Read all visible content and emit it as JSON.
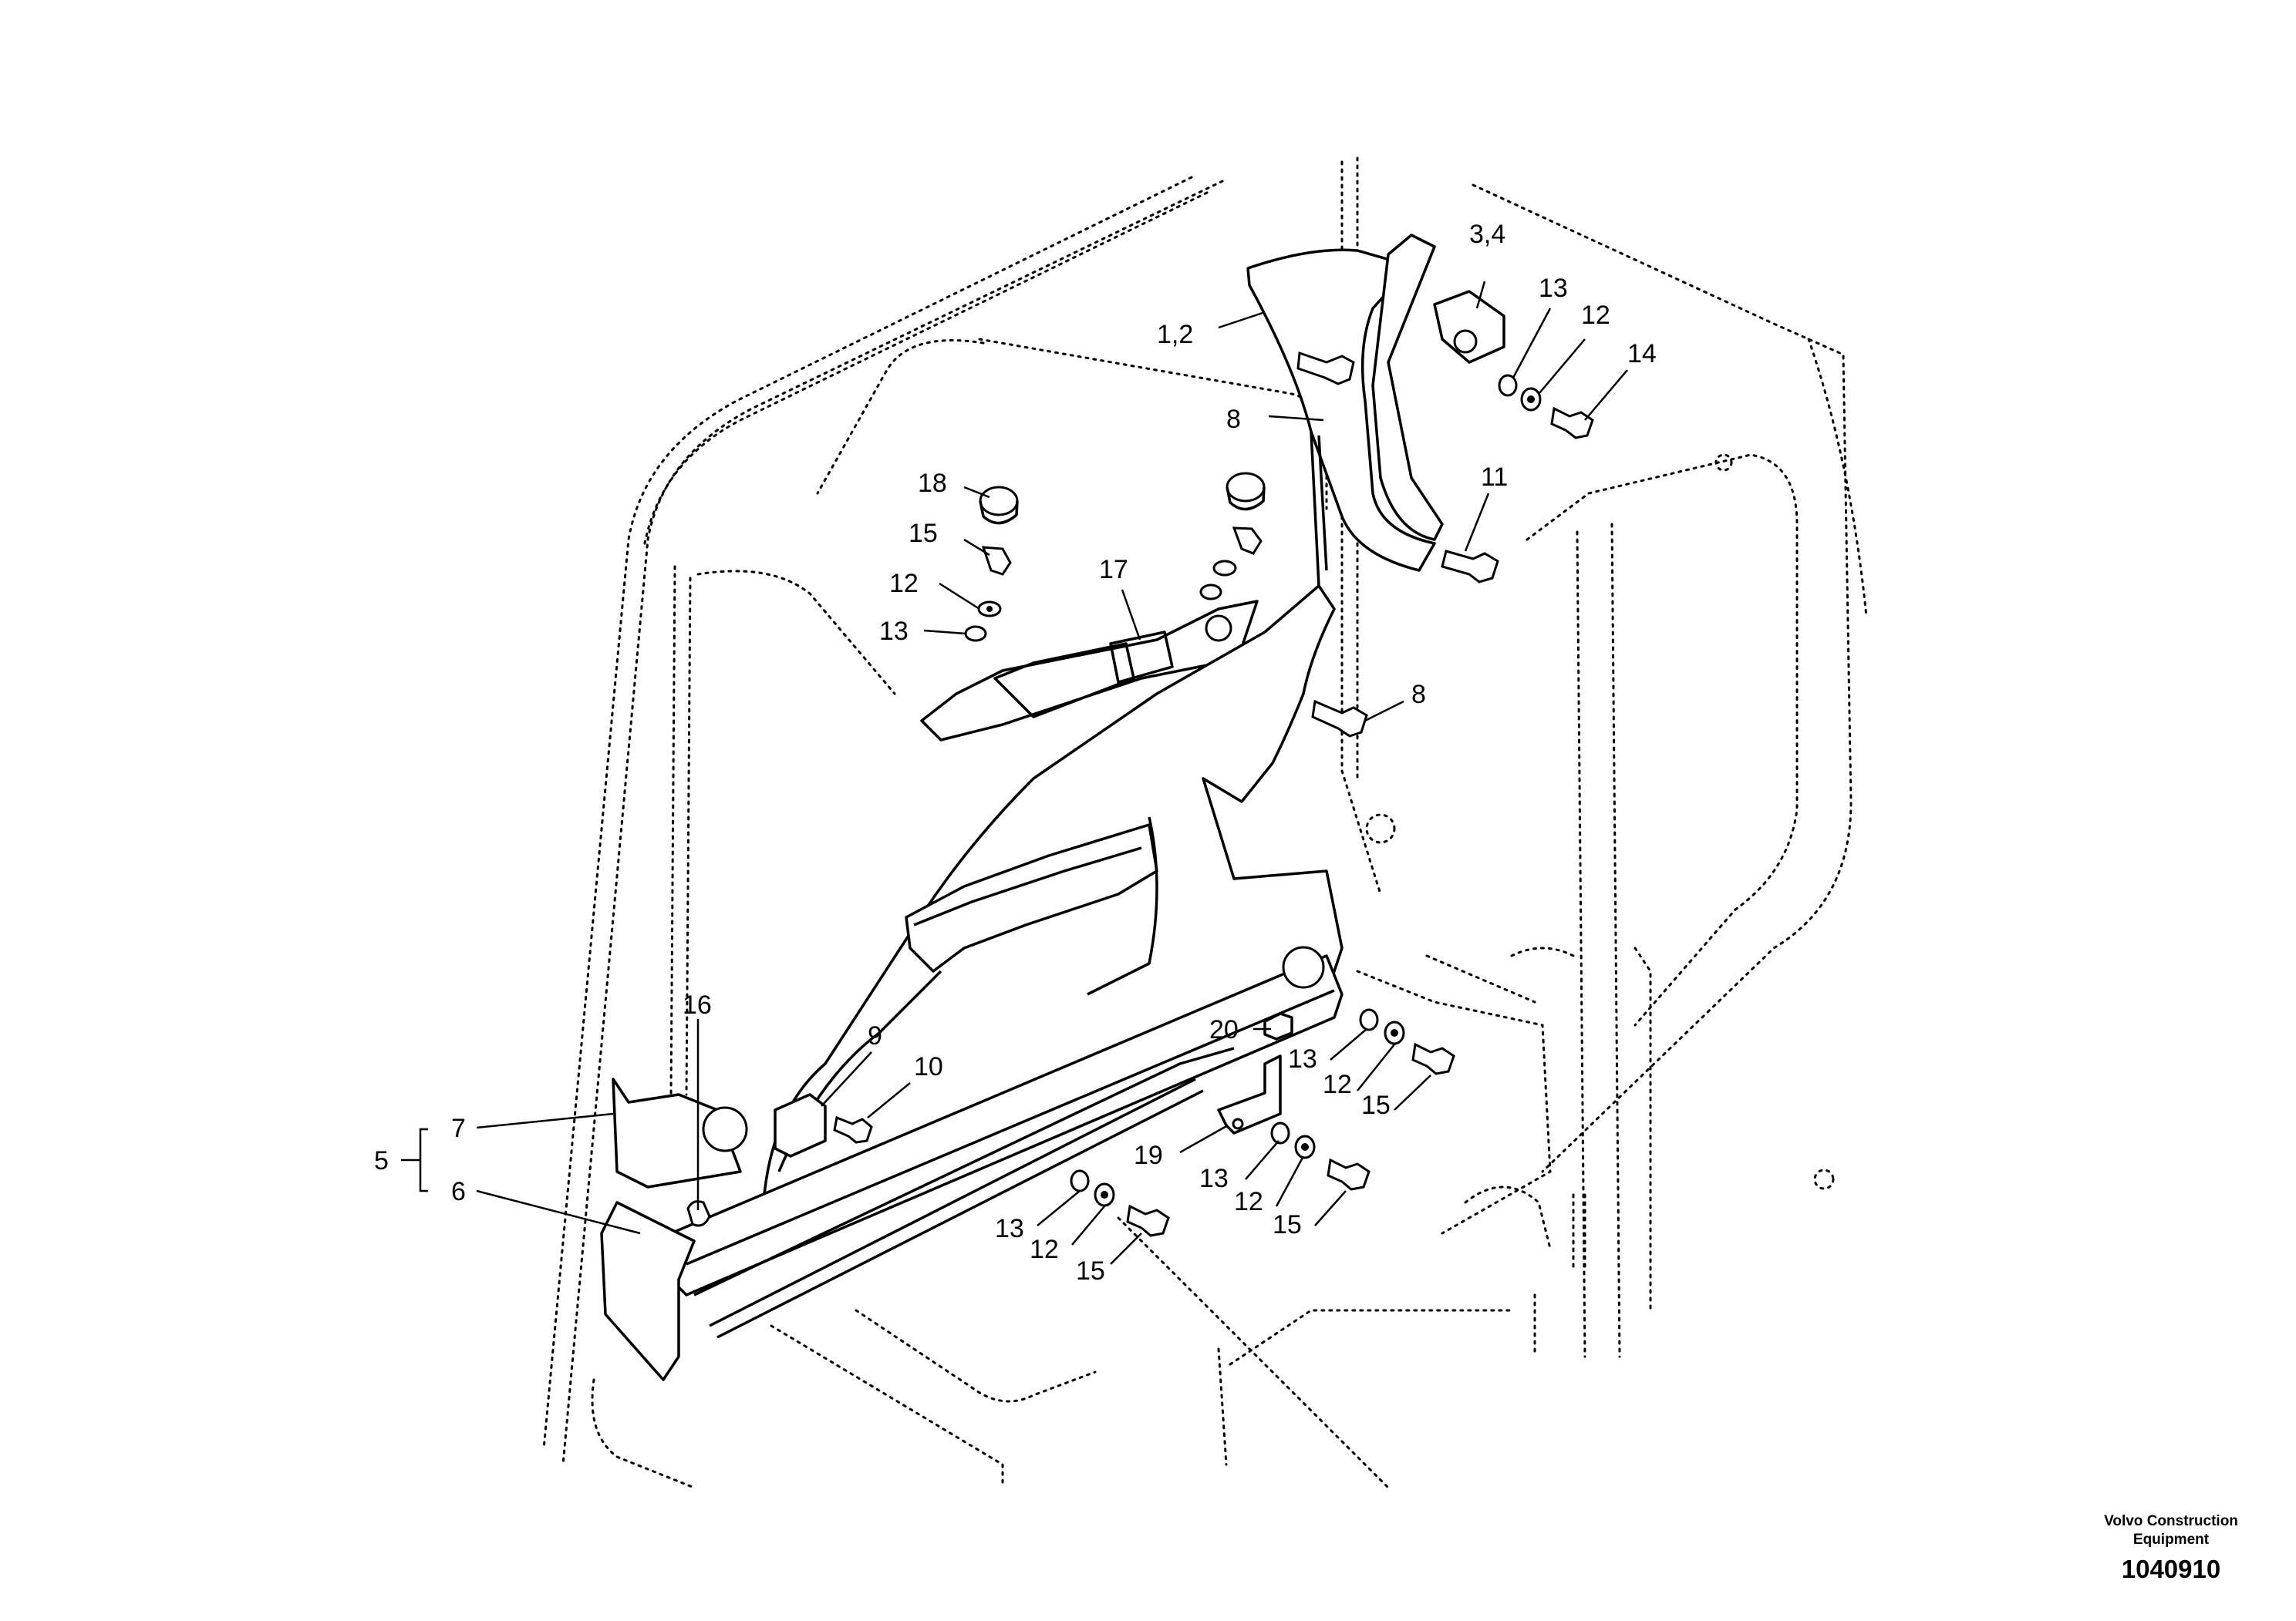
{
  "figure": {
    "brand": "Volvo Construction Equipment",
    "drawing_number": "1040910"
  },
  "callouts": {
    "c1_2": "1,2",
    "c3_4": "3,4",
    "c5": "5",
    "c6": "6",
    "c7": "7",
    "c8a": "8",
    "c8b": "8",
    "c9": "9",
    "c10": "10",
    "c11": "11",
    "c12a": "12",
    "c12b": "12",
    "c12c": "12",
    "c12d": "12",
    "c12e": "12",
    "c13a": "13",
    "c13b": "13",
    "c13c": "13",
    "c13d": "13",
    "c13e": "13",
    "c14": "14",
    "c15a": "15",
    "c15b": "15",
    "c15c": "15",
    "c15d": "15",
    "c16": "16",
    "c17": "17",
    "c18": "18",
    "c19": "19",
    "c20": "20"
  }
}
